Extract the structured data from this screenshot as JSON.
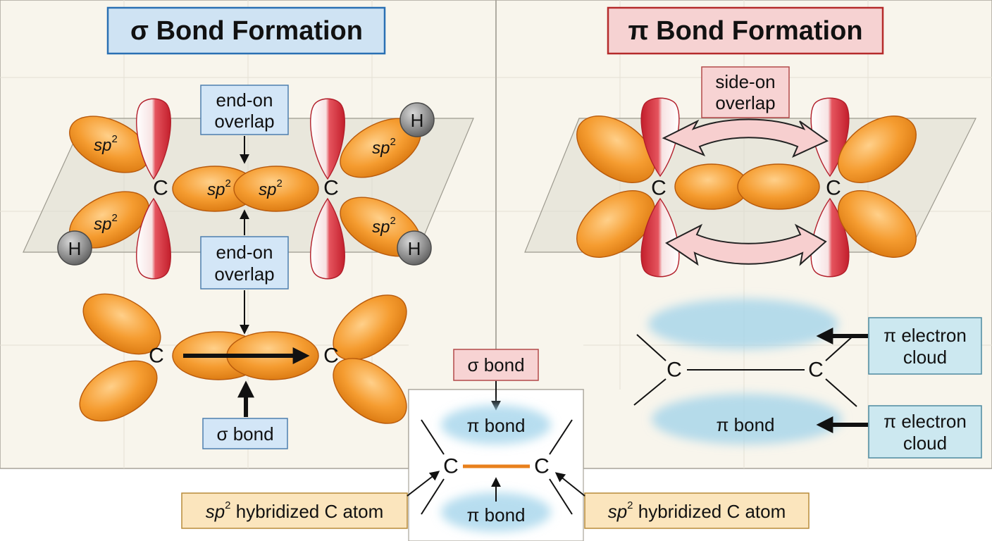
{
  "sigma_panel": {
    "title": "σ Bond Formation",
    "atom_C": "C",
    "atom_H": "H",
    "orbital_base": "sp",
    "orbital_sup": "2",
    "end_on_top": [
      "end-on",
      "overlap"
    ],
    "end_on_mid": [
      "end-on",
      "overlap"
    ],
    "sigma_bond": "σ bond"
  },
  "pi_panel": {
    "title": "π Bond Formation",
    "atom_C": "C",
    "side_on": [
      "side-on",
      "overlap"
    ],
    "pi_bond": "π bond",
    "cloud_top": [
      "π electron",
      "cloud"
    ],
    "cloud_bottom": [
      "π electron",
      "cloud"
    ]
  },
  "inset": {
    "sigma_bond": "σ bond",
    "pi_bond_top": "π bond",
    "pi_bond_bottom": "π bond",
    "atom_C": "C",
    "hybrid_left_base": "sp",
    "hybrid_left_sup": "2",
    "hybrid_left_rest": " hybridized C atom",
    "hybrid_right_base": "sp",
    "hybrid_right_sup": "2",
    "hybrid_right_rest": " hybridized C atom"
  },
  "colors": {
    "sigma_accent": "#2a70b3",
    "pi_accent": "#b52b2b",
    "sp2_orbital": "#f29a2e",
    "p_orbital": "#d9303d",
    "electron_cloud": "#9fd1ea",
    "sigma_bond_line": "#e8801c"
  }
}
